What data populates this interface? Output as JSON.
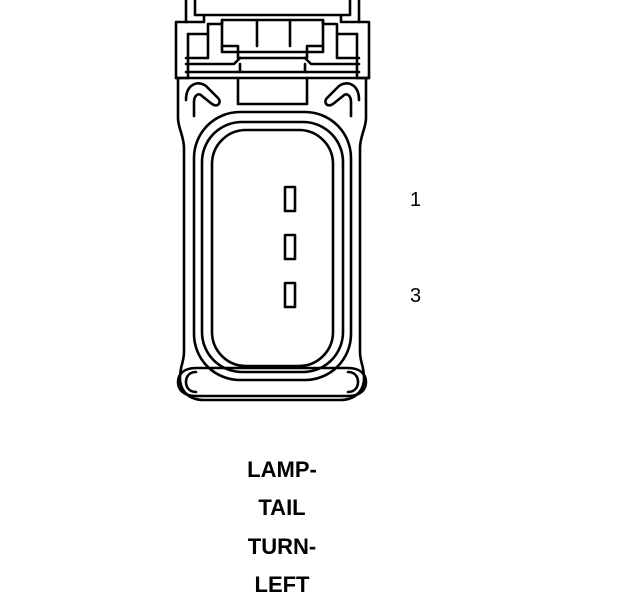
{
  "pins": [
    {
      "number": "1"
    },
    {
      "number": "3"
    }
  ],
  "caption": {
    "lines": [
      "LAMP-",
      "TAIL",
      "TURN-",
      "LEFT"
    ]
  },
  "colors": {
    "stroke": "#000000",
    "background": "#ffffff"
  }
}
